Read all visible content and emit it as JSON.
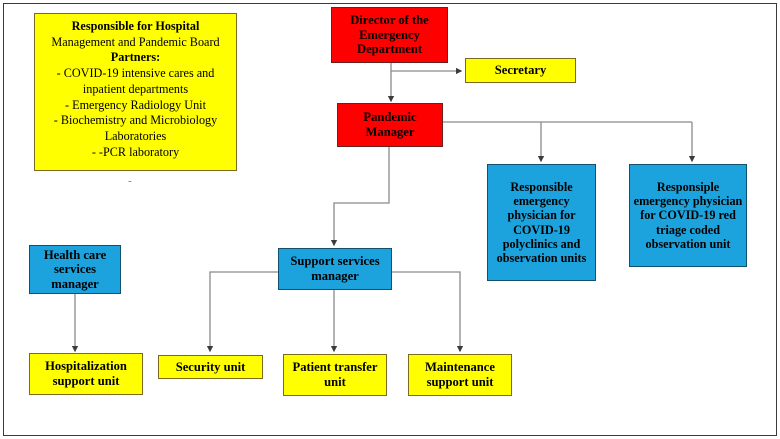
{
  "diagram": {
    "title": "Emergency Department pandemic organizational chart",
    "background_color": "#ffffff",
    "border_color": "#3a3a3a",
    "colors": {
      "red": "#FF0000",
      "yellow": "#FFFF00",
      "blue": "#1CA3DD",
      "connector": "#8a8a8a",
      "text": "#000000"
    }
  },
  "info_box": {
    "name": "responsible-partners-box",
    "line1_bold": "Responsible for",
    "line1_rest": " Hospital",
    "line2": "Management and Pandemic Board",
    "line3_bold": "Partners:",
    "bullets": [
      "-   COVID-19 intensive cares and inpatient departments",
      "-   Emergency Radiology Unit",
      "-   Biochemistry and Microbiology Laboratories",
      "-   -PCR laboratory"
    ],
    "artifact": "-"
  },
  "nodes": {
    "director": {
      "label": "Director of the Emergency Department",
      "color": "red"
    },
    "secretary": {
      "label": "Secretary",
      "color": "yellow"
    },
    "pandemic_manager": {
      "label": "Pandemic Manager",
      "color": "red"
    },
    "physician_polyclinics": {
      "label": "Responsible emergency physician for COVID-19 polyclinics and observation units",
      "color": "blue"
    },
    "physician_red_triage": {
      "label": "Responsiple emergency physician for COVID-19 red triage coded observation unit",
      "color": "blue"
    },
    "health_care_manager": {
      "label": "Health care services manager",
      "color": "blue"
    },
    "support_services_manager": {
      "label": "Support services manager",
      "color": "blue"
    },
    "hospitalization_support": {
      "label": "Hospitalization support unit",
      "color": "yellow"
    },
    "security_unit": {
      "label": "Security unit",
      "color": "yellow"
    },
    "patient_transfer": {
      "label": "Patient transfer unit",
      "color": "yellow"
    },
    "maintenance_support": {
      "label": "Maintenance support unit",
      "color": "yellow"
    }
  },
  "edges": [
    {
      "from": "director",
      "to": "secretary"
    },
    {
      "from": "director",
      "to": "pandemic_manager"
    },
    {
      "from": "pandemic_manager",
      "to": "physician_polyclinics"
    },
    {
      "from": "pandemic_manager",
      "to": "physician_red_triage"
    },
    {
      "from": "pandemic_manager",
      "to": "support_services_manager"
    },
    {
      "from": "health_care_manager",
      "to": "hospitalization_support"
    },
    {
      "from": "support_services_manager",
      "to": "security_unit"
    },
    {
      "from": "support_services_manager",
      "to": "patient_transfer"
    },
    {
      "from": "support_services_manager",
      "to": "maintenance_support"
    }
  ]
}
